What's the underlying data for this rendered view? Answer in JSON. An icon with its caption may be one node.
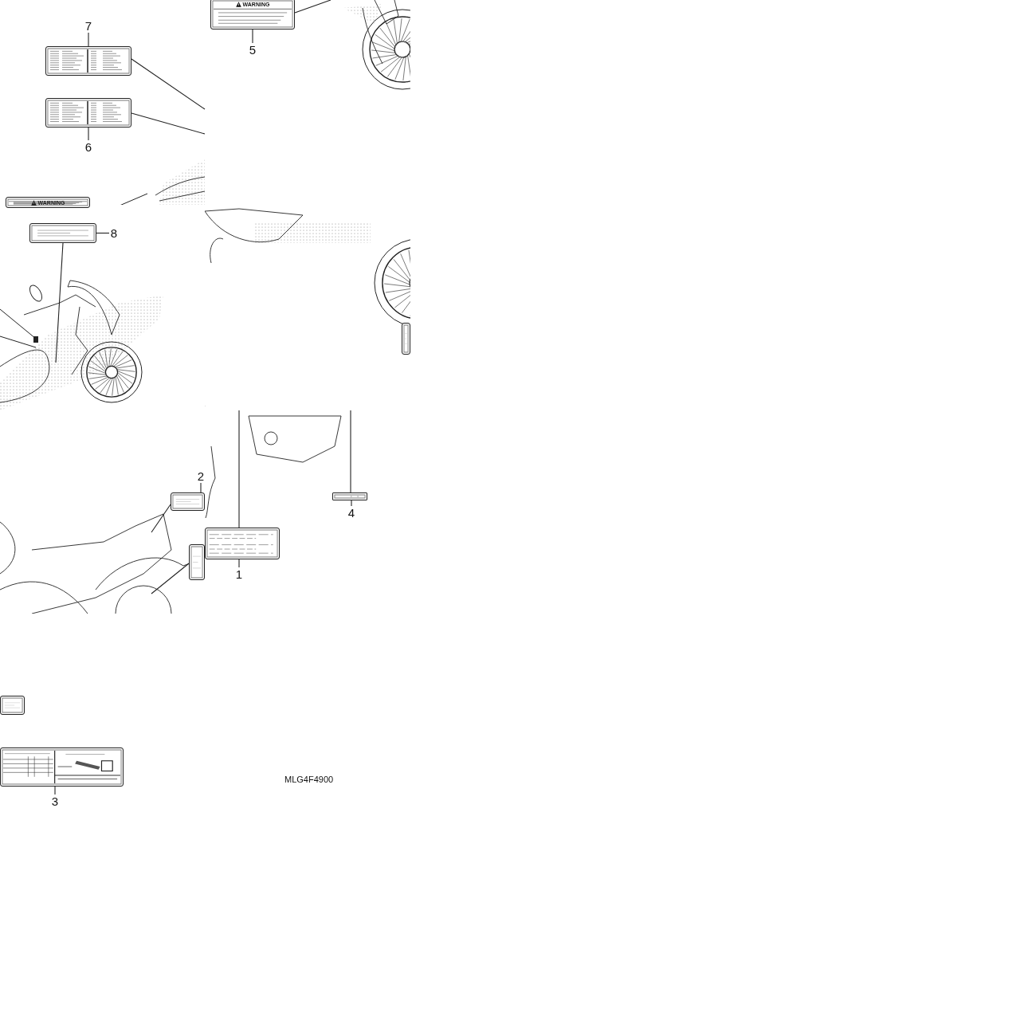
{
  "diagram": {
    "nodes": [
      {
        "text": [
          "5"
        ]
      },
      {
        "text": [
          "WARNING"
        ]
      },
      {
        "text": [
          "7"
        ]
      },
      {
        "text": [],
        "shape": "box"
      },
      {
        "text": [
          "6"
        ]
      },
      {
        "text": [],
        "shape": "box"
      },
      {
        "text": [
          "WARNING"
        ]
      },
      {
        "text": [],
        "shape": "box"
      },
      {
        "text": [
          "8"
        ]
      },
      {
        "text": [
          "2"
        ]
      },
      {
        "text": [],
        "shape": "box"
      },
      {
        "text": [],
        "shape": "box"
      },
      {
        "text": [
          "4"
        ]
      },
      {
        "text": [],
        "shape": "box"
      },
      {
        "text": [],
        "shape": "box"
      },
      {
        "text": [
          "1"
        ]
      },
      {
        "text": [],
        "shape": "box"
      },
      {
        "text": [],
        "shape": "box"
      },
      {
        "text": [],
        "shape": "box"
      },
      {
        "text": [
          "3"
        ]
      }
    ],
    "edges": [
      {
        "from": 0,
        "to": 1,
        "arrow": "none"
      },
      {
        "from": 1,
        "to": null,
        "arrow": "none"
      },
      {
        "from": 2,
        "to": 3,
        "arrow": "none"
      },
      {
        "from": 3,
        "to": null,
        "arrow": "none"
      },
      {
        "from": 4,
        "to": 5,
        "arrow": "none"
      },
      {
        "from": 5,
        "to": null,
        "arrow": "none"
      },
      {
        "from": 8,
        "to": 7,
        "arrow": "none"
      },
      {
        "from": 7,
        "to": null,
        "arrow": "none"
      },
      {
        "from": 9,
        "to": 10,
        "arrow": "none"
      },
      {
        "from": 10,
        "to": null,
        "arrow": "none"
      },
      {
        "from": 11,
        "to": null,
        "arrow": "none"
      },
      {
        "from": 15,
        "to": 14,
        "arrow": "none"
      },
      {
        "from": 14,
        "to": null,
        "arrow": "none"
      },
      {
        "from": 12,
        "to": 13,
        "arrow": "none"
      },
      {
        "from": 13,
        "to": null,
        "arrow": "none"
      },
      {
        "from": 19,
        "to": 18,
        "arrow": "none"
      }
    ],
    "labels": [
      "MLG4F4900"
    ]
  }
}
